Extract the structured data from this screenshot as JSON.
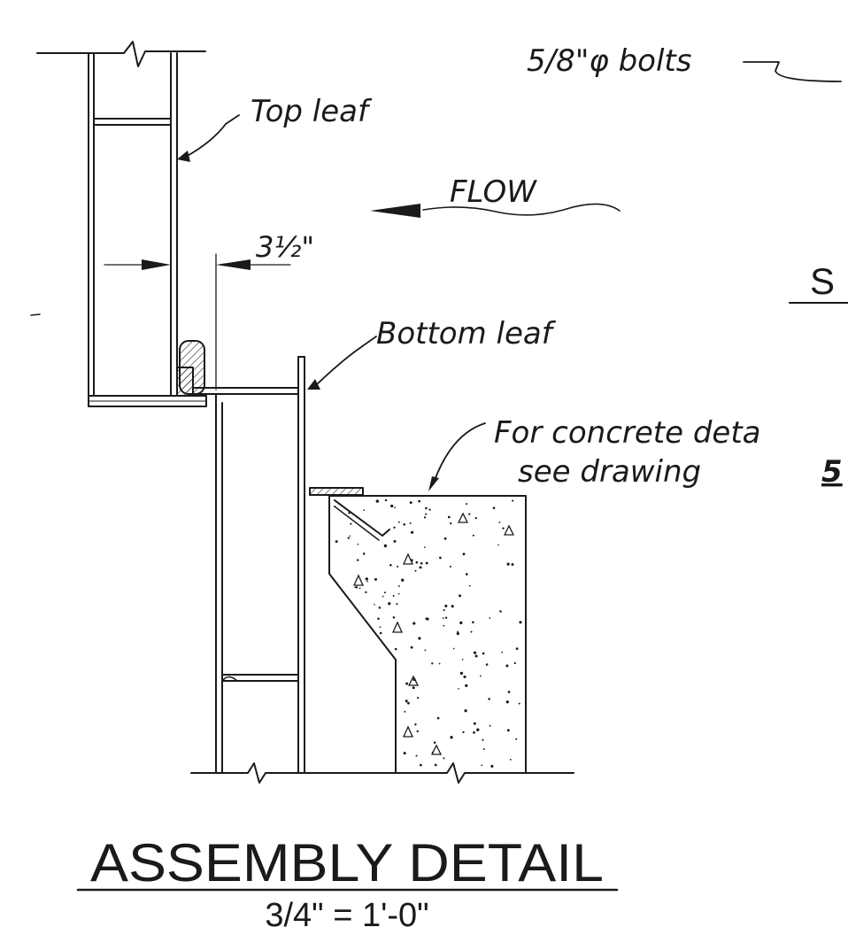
{
  "labels": {
    "bolts": "5/8\"φ bolts",
    "top_leaf": "Top leaf",
    "flow": "FLOW",
    "dimension": "3½\"",
    "bottom_leaf": "Bottom leaf",
    "concrete_line1": "For concrete deta",
    "concrete_line2": "see drawing",
    "concrete_ref": "5",
    "section_letter": "S"
  },
  "title": {
    "main": "ASSEMBLY  DETAIL",
    "scale": "3/4\" = 1'-0\""
  },
  "colors": {
    "ink": "#1a1a1a",
    "paper": "#ffffff"
  }
}
